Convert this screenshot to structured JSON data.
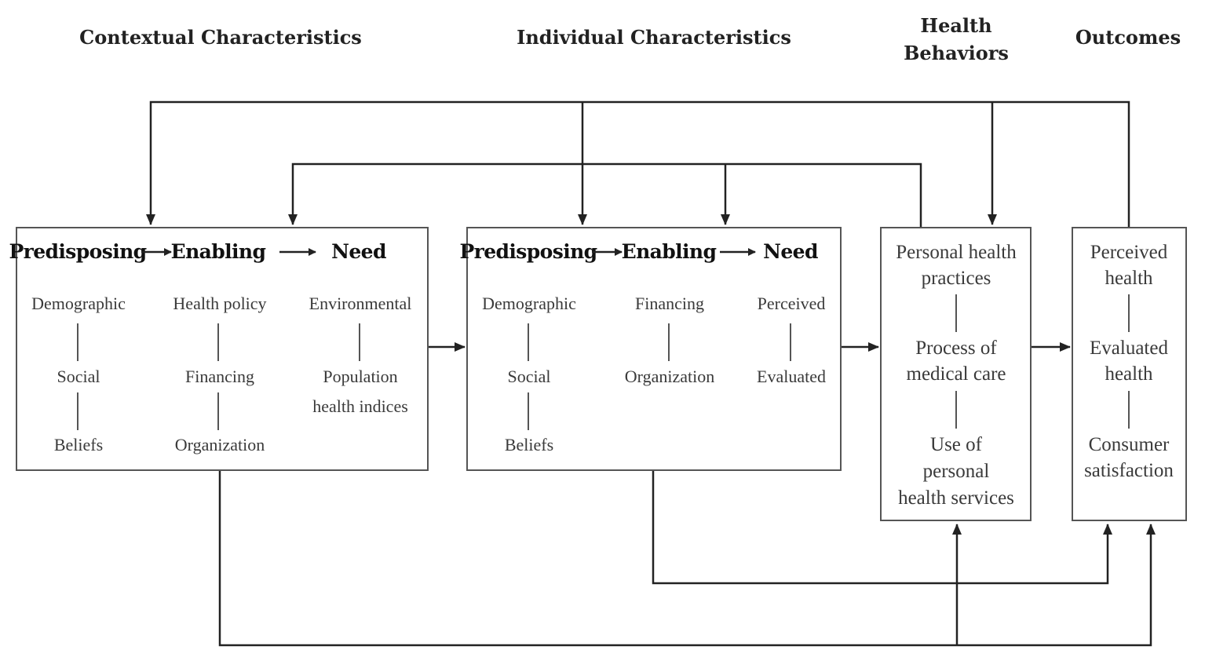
{
  "headers": {
    "contextual": "Contextual Characteristics",
    "individual": "Individual Characteristics",
    "health_behaviors_line1": "Health",
    "health_behaviors_line2": "Behaviors",
    "outcomes": "Outcomes"
  },
  "contextual_box": {
    "predisposing": "Predisposing",
    "enabling": "Enabling",
    "need": "Need",
    "predisposing_items": [
      "Demographic",
      "Social",
      "Beliefs"
    ],
    "enabling_items": [
      "Health policy",
      "Financing",
      "Organization"
    ],
    "need_items": [
      "Environmental",
      "Population",
      "health indices"
    ]
  },
  "individual_box": {
    "predisposing": "Predisposing",
    "enabling": "Enabling",
    "need": "Need",
    "predisposing_items": [
      "Demographic",
      "Social",
      "Beliefs"
    ],
    "enabling_items": [
      "Financing",
      "Organization"
    ],
    "need_items": [
      "Perceived",
      "Evaluated"
    ]
  },
  "health_behaviors_box": {
    "lines": [
      "Personal health",
      "practices",
      "Process of",
      "medical care",
      "Use of",
      "personal",
      "health services"
    ]
  },
  "outcomes_box": {
    "lines": [
      "Perceived",
      "health",
      "Evaluated",
      "health",
      "Consumer",
      "satisfaction"
    ]
  }
}
